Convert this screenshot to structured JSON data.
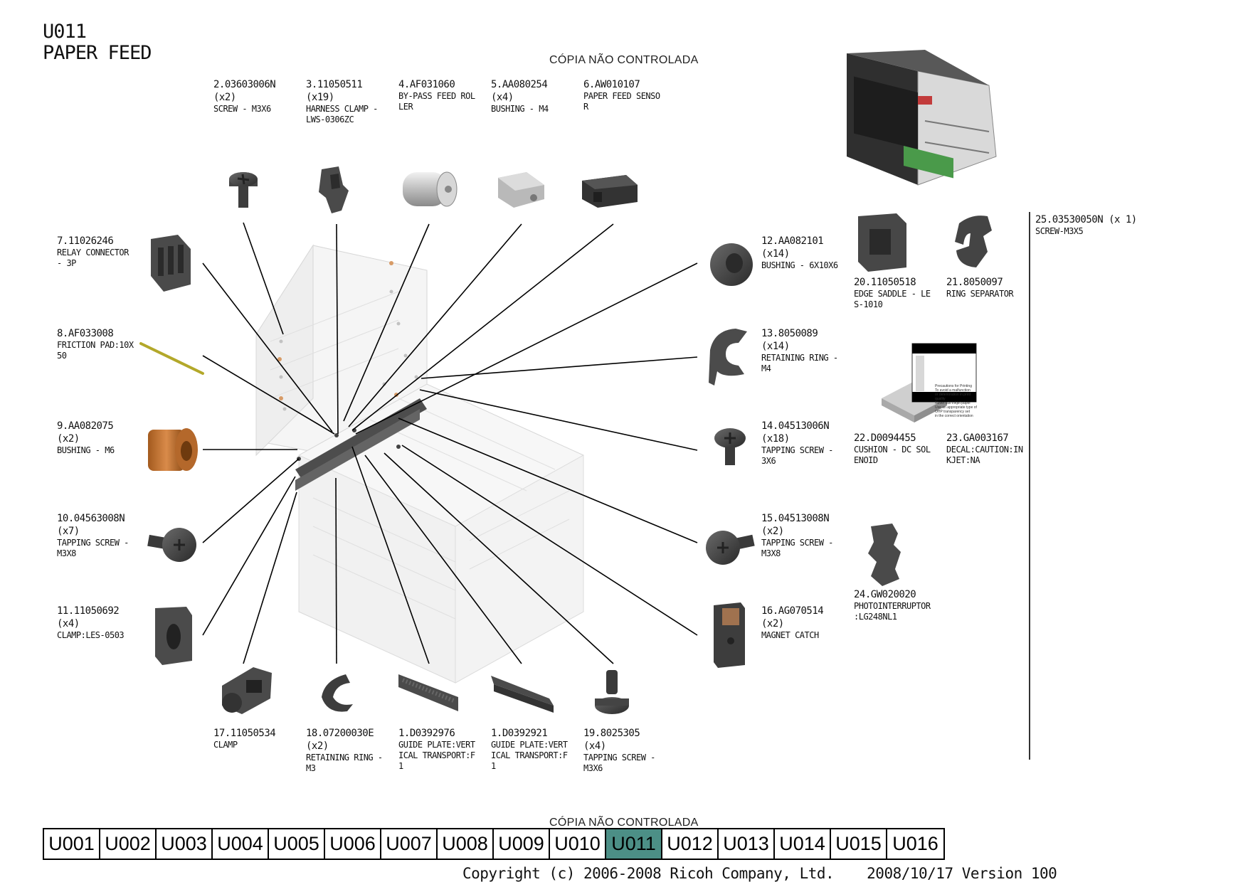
{
  "header": {
    "code": "U011",
    "name": "PAPER FEED"
  },
  "watermark": "CÓPIA NÃO CONTROLADA",
  "parts": [
    {
      "id": "p2",
      "pn": "2.03603006N",
      "qty": "(x2)",
      "desc": [
        "SCREW - M3X6"
      ]
    },
    {
      "id": "p3",
      "pn": "3.11050511",
      "qty": "(x19)",
      "desc": [
        "HARNESS CLAMP -",
        "LWS-0306ZC"
      ]
    },
    {
      "id": "p4",
      "pn": "4.AF031060",
      "qty": "",
      "desc": [
        "BY-PASS FEED ROL",
        "LER"
      ]
    },
    {
      "id": "p5",
      "pn": "5.AA080254",
      "qty": "(x4)",
      "desc": [
        "BUSHING - M4"
      ]
    },
    {
      "id": "p6",
      "pn": "6.AW010107",
      "qty": "",
      "desc": [
        "PAPER FEED SENSO",
        "R"
      ]
    },
    {
      "id": "p7",
      "pn": "7.11026246",
      "qty": "",
      "desc": [
        "RELAY CONNECTOR",
        "- 3P"
      ]
    },
    {
      "id": "p8",
      "pn": "8.AF033008",
      "qty": "",
      "desc": [
        "FRICTION PAD:10X",
        "50"
      ]
    },
    {
      "id": "p9",
      "pn": "9.AA082075",
      "qty": "(x2)",
      "desc": [
        "BUSHING - M6"
      ]
    },
    {
      "id": "p10",
      "pn": "10.04563008N",
      "qty": "(x7)",
      "desc": [
        "TAPPING SCREW -",
        "M3X8"
      ]
    },
    {
      "id": "p11",
      "pn": "11.11050692",
      "qty": "(x4)",
      "desc": [
        "CLAMP:LES-0503"
      ]
    },
    {
      "id": "p12",
      "pn": "12.AA082101",
      "qty": "(x14)",
      "desc": [
        "BUSHING - 6X10X6"
      ]
    },
    {
      "id": "p13",
      "pn": "13.8050089",
      "qty": "(x14)",
      "desc": [
        "RETAINING RING -",
        " M4"
      ]
    },
    {
      "id": "p14",
      "pn": "14.04513006N",
      "qty": "(x18)",
      "desc": [
        "TAPPING SCREW -",
        "3X6"
      ]
    },
    {
      "id": "p15",
      "pn": "15.04513008N",
      "qty": "(x2)",
      "desc": [
        "TAPPING SCREW -",
        "M3X8"
      ]
    },
    {
      "id": "p16",
      "pn": "16.AG070514",
      "qty": "(x2)",
      "desc": [
        "MAGNET CATCH"
      ]
    },
    {
      "id": "p17",
      "pn": "17.11050534",
      "qty": "",
      "desc": [
        "CLAMP"
      ]
    },
    {
      "id": "p18",
      "pn": "18.07200030E",
      "qty": "(x2)",
      "desc": [
        "RETAINING RING -",
        " M3"
      ]
    },
    {
      "id": "p1a",
      "pn": "1.D0392976",
      "qty": "",
      "desc": [
        "GUIDE PLATE:VERT",
        "ICAL TRANSPORT:F",
        "1"
      ]
    },
    {
      "id": "p1b",
      "pn": "1.D0392921",
      "qty": "",
      "desc": [
        "GUIDE PLATE:VERT",
        "ICAL TRANSPORT:F",
        "1"
      ]
    },
    {
      "id": "p19",
      "pn": "19.8025305",
      "qty": "(x4)",
      "desc": [
        "TAPPING SCREW -",
        "M3X6"
      ]
    },
    {
      "id": "p20",
      "pn": "20.11050518",
      "qty": "",
      "desc": [
        "EDGE SADDLE - LE",
        "S-1010"
      ]
    },
    {
      "id": "p21",
      "pn": "21.8050097",
      "qty": "",
      "desc": [
        "RING SEPARATOR"
      ]
    },
    {
      "id": "p22",
      "pn": "22.D0094455",
      "qty": "",
      "desc": [
        "CUSHION - DC SOL",
        "ENOID"
      ]
    },
    {
      "id": "p23",
      "pn": "23.GA003167",
      "qty": "",
      "desc": [
        "DECAL:CAUTION:IN",
        "KJET:NA"
      ]
    },
    {
      "id": "p24",
      "pn": "24.GW020020",
      "qty": "",
      "desc": [
        "PHOTOINTERRUPTOR",
        ":LG248NL1"
      ]
    },
    {
      "id": "p25",
      "pn": "25.03530050N  (x 1)",
      "qty": "",
      "desc": [
        "SCREW-M3X5"
      ]
    }
  ],
  "decal": {
    "text": [
      "Precautions for Printing",
      "To avoid a malfunction",
      "or deterioration in print",
      "quality",
      "Never use inkjet paper",
      "Use an appropriate type of",
      "OHP transparency set",
      "in the correct orientation"
    ]
  },
  "nav": {
    "tabs": [
      "U001",
      "U002",
      "U003",
      "U004",
      "U005",
      "U006",
      "U007",
      "U008",
      "U009",
      "U010",
      "U011",
      "U012",
      "U013",
      "U014",
      "U015",
      "U016"
    ],
    "active": "U011",
    "active_color": "#4c8f86"
  },
  "footer": {
    "copyright": "Copyright (c) 2006-2008 Ricoh Company, Ltd.",
    "version": "2008/10/17 Version 100"
  }
}
